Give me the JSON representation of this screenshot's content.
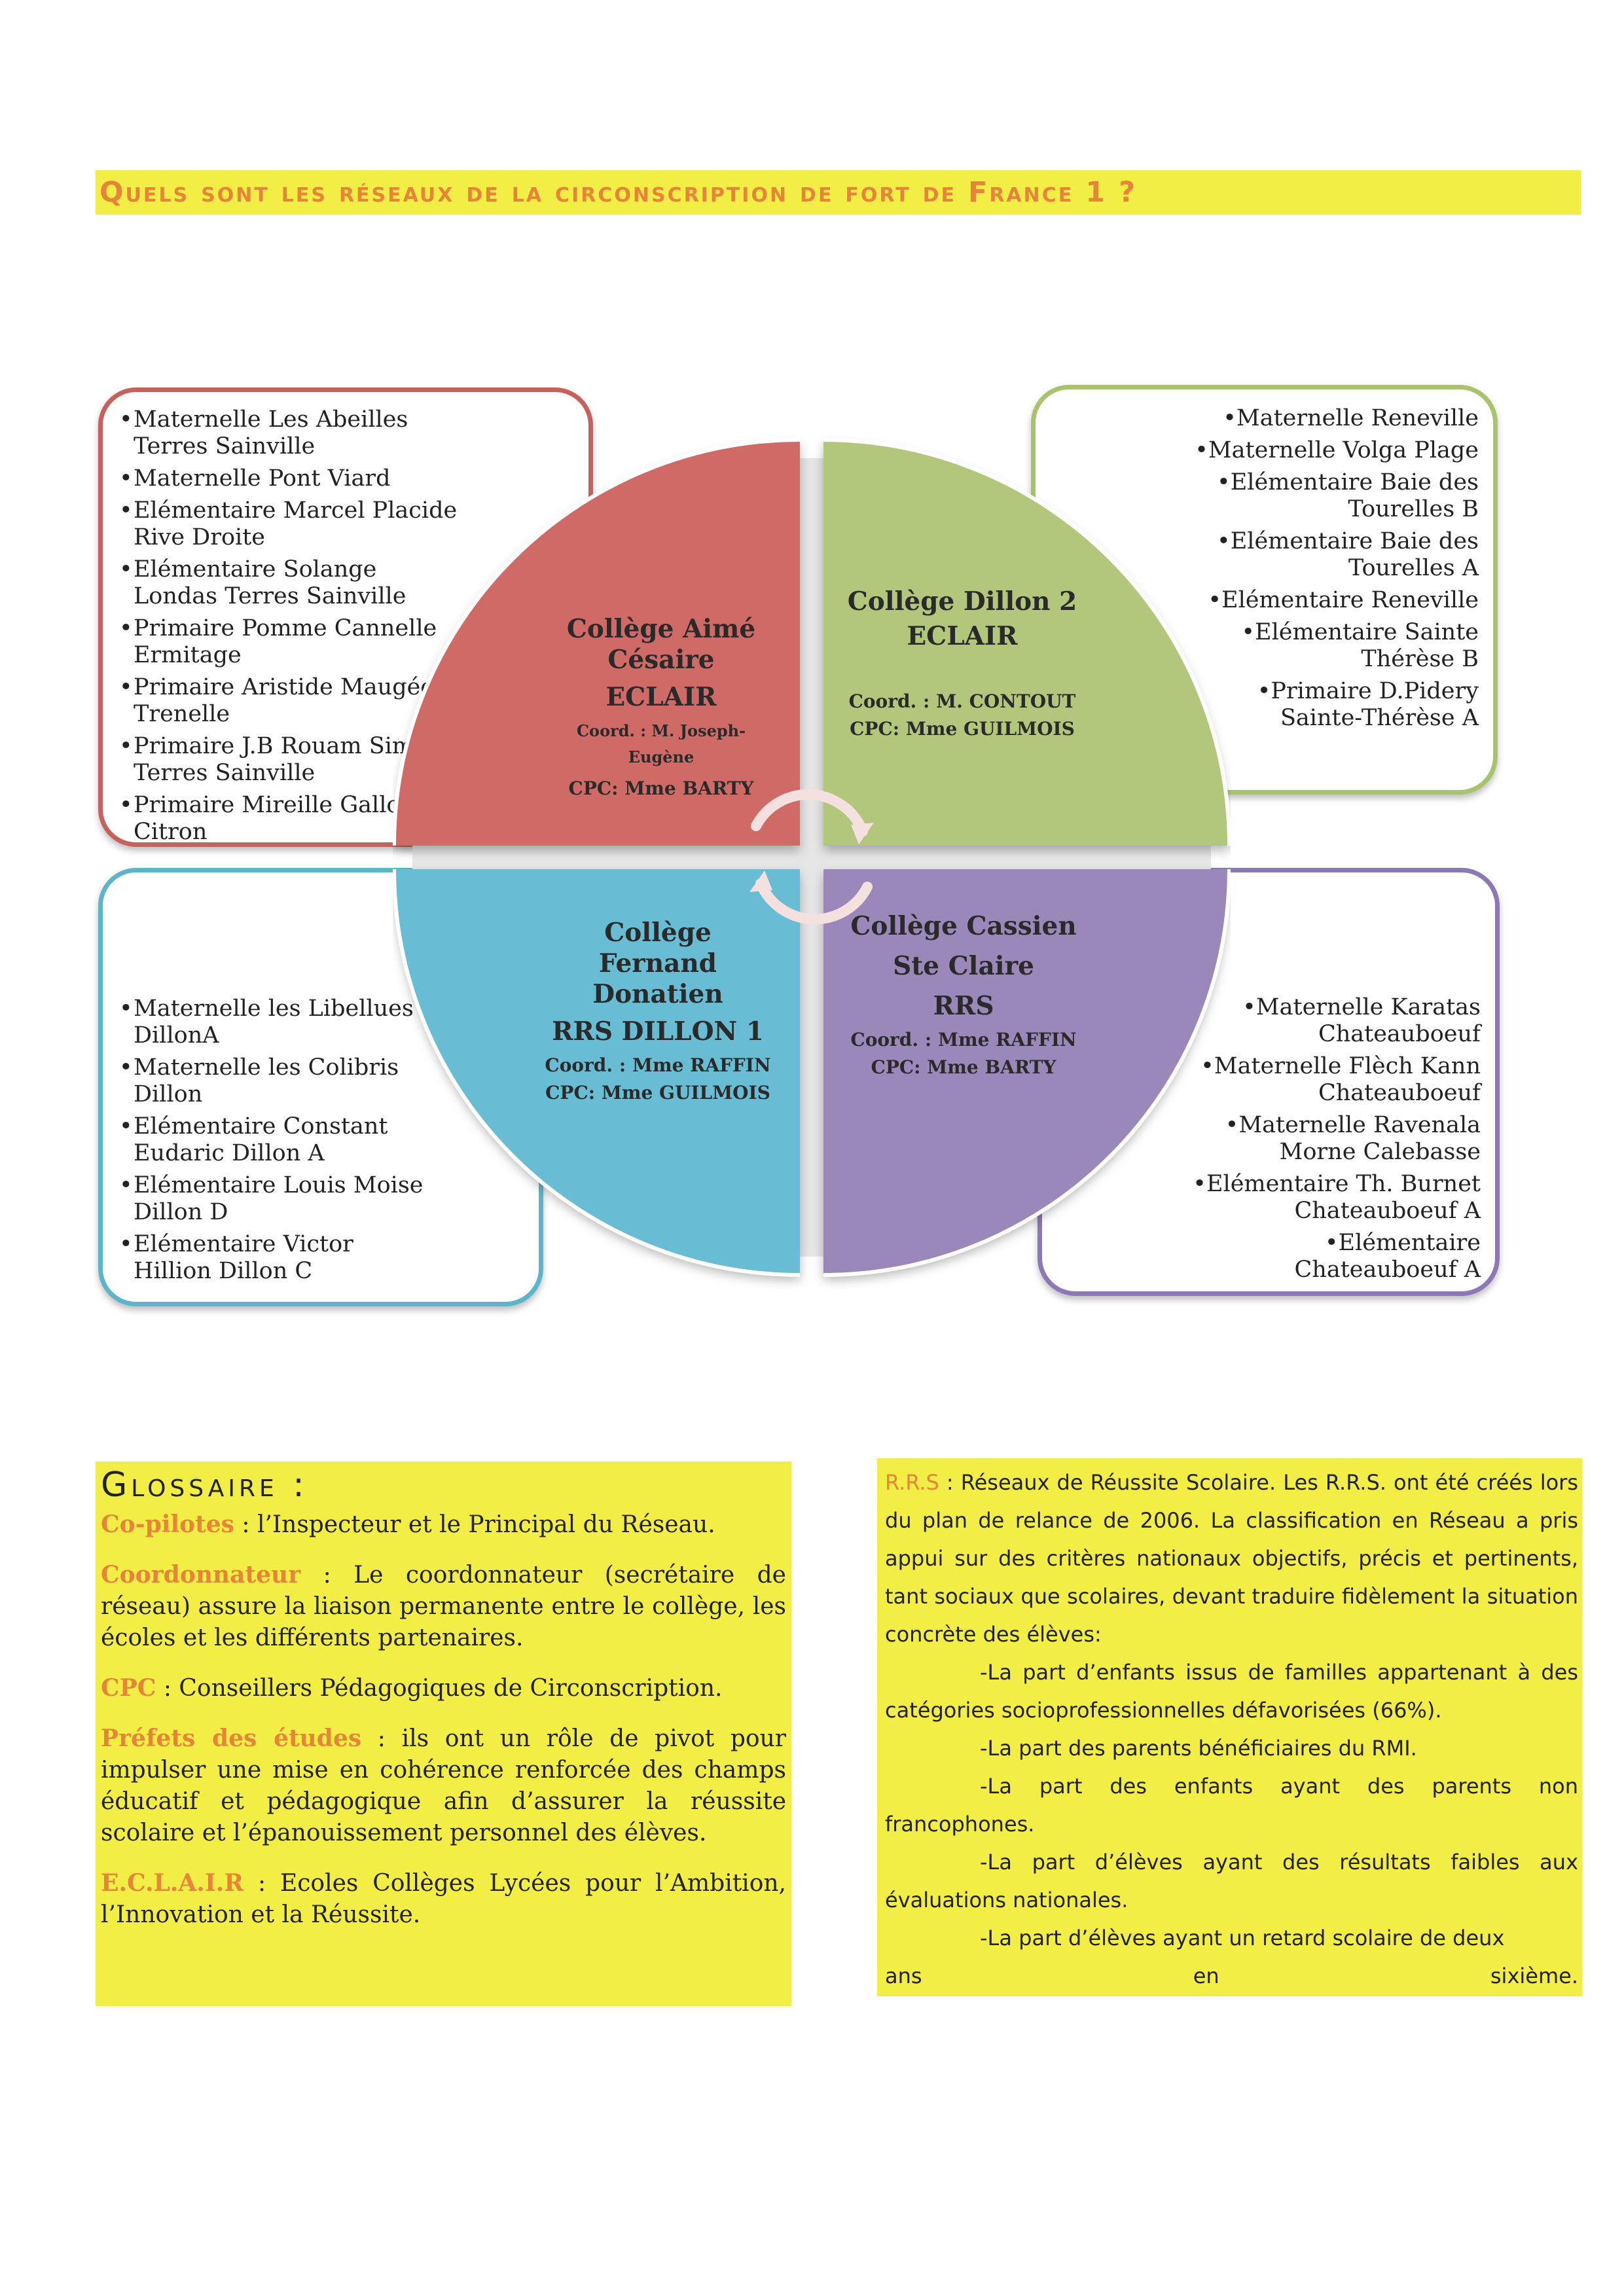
{
  "title": "Quels sont les réseaux de la circonscription de fort de France 1 ?",
  "colors": {
    "title_background": "#f3ee45",
    "title_text": "#e8833a",
    "red": "#d06a66",
    "green": "#b2c67c",
    "blue": "#67bcd3",
    "purple": "#9b88ba"
  },
  "networks": {
    "red": {
      "college": "Collège Aimé Césaire",
      "label": "ECLAIR",
      "coord": "Coord. : M. Joseph-Eugène",
      "cpc": "CPC: Mme BARTY",
      "schools": [
        "Maternelle Les Abeilles Terres Sainville",
        "Maternelle Pont Viard",
        "Elémentaire Marcel Placide Rive Droite",
        "Elémentaire Solange Londas Terres Sainville",
        "Primaire Pomme Cannelle Ermitage",
        "Primaire Aristide Maugée Trenelle",
        "Primaire J.B Rouam   Sim Terres Sainville",
        "Primaire Mireille Gallot Citron"
      ]
    },
    "green": {
      "college": "Collège Dillon 2",
      "label": "ECLAIR",
      "coord": "Coord. : M. CONTOUT",
      "cpc": "CPC: Mme GUILMOIS",
      "schools": [
        "Maternelle Reneville",
        "Maternelle Volga Plage",
        "Elémentaire Baie des Tourelles B",
        "Elémentaire Baie des Tourelles A",
        "Elémentaire Reneville",
        "Elémentaire Sainte Thérèse B",
        "Primaire D.Pidery Sainte-Thérèse A"
      ]
    },
    "blue": {
      "college": "Collège Fernand Donatien",
      "label": "RRS DILLON 1",
      "coord": "Coord. : Mme RAFFIN",
      "cpc": "CPC: Mme GUILMOIS",
      "schools": [
        "Maternelle les Libellues DillonA",
        "Maternelle les Colibris Dillon",
        "Elémentaire Constant Eudaric Dillon A",
        "Elémentaire Louis Moise Dillon D",
        "Elémentaire Victor Hillion Dillon C"
      ]
    },
    "purple": {
      "college_line1": "Collège Cassien",
      "college_line2": "Ste Claire",
      "label": "RRS",
      "coord": "Coord. : Mme RAFFIN",
      "cpc": "CPC: Mme BARTY",
      "schools": [
        "Maternelle Karatas Chateauboeuf",
        "Maternelle Flèch Kann Chateauboeuf",
        "Maternelle Ravenala Morne Calebasse",
        "Elémentaire Th. Burnet Chateauboeuf A",
        "Elémentaire Chateauboeuf A"
      ]
    }
  },
  "glossary": {
    "heading": "Glossaire :",
    "entries": [
      {
        "term": "Co-pilotes",
        "definition": " : l’Inspecteur et le Principal du Réseau."
      },
      {
        "term": "Coordonnateur",
        "definition": " : Le coordonnateur (secrétaire de réseau) assure la liaison permanente entre le collège, les écoles et les différents partenaires."
      },
      {
        "term": "CPC",
        "definition": " : Conseillers Pédagogiques de Circonscription."
      },
      {
        "term": "Préfets des études",
        "definition": " : ils ont un rôle de pivot pour impulser une mise en cohérence renforcée des champs éducatif et pédagogique afin d’assurer la réussite scolaire et l’épanouissement personnel des élèves."
      },
      {
        "term": "E.C.L.A.I.R",
        "definition": " : Ecoles Collèges Lycées pour l’Ambition, l’Innovation et la Réussite."
      }
    ]
  },
  "rrs": {
    "term": "R.R.S",
    "intro": " : Réseaux de Réussite Scolaire. Les R.R.S. ont été créés lors du plan de relance de 2006. La classification en Réseau a pris appui sur des critères nationaux objectifs, précis et pertinents, tant sociaux que scolaires, devant traduire fidèlement la situation concrète des élèves:",
    "criteria": [
      "-La part d’enfants issus de familles appartenant à des catégories socioprofessionnelles défavorisées (66%).",
      "-La part des parents bénéficiaires du RMI.",
      "-La part des enfants ayant des parents non francophones.",
      "-La part d’élèves ayant des résultats faibles aux évaluations nationales.",
      "-La part d’élèves ayant un retard scolaire de  deux"
    ],
    "last_line": [
      "ans",
      "en",
      "sixième."
    ]
  }
}
